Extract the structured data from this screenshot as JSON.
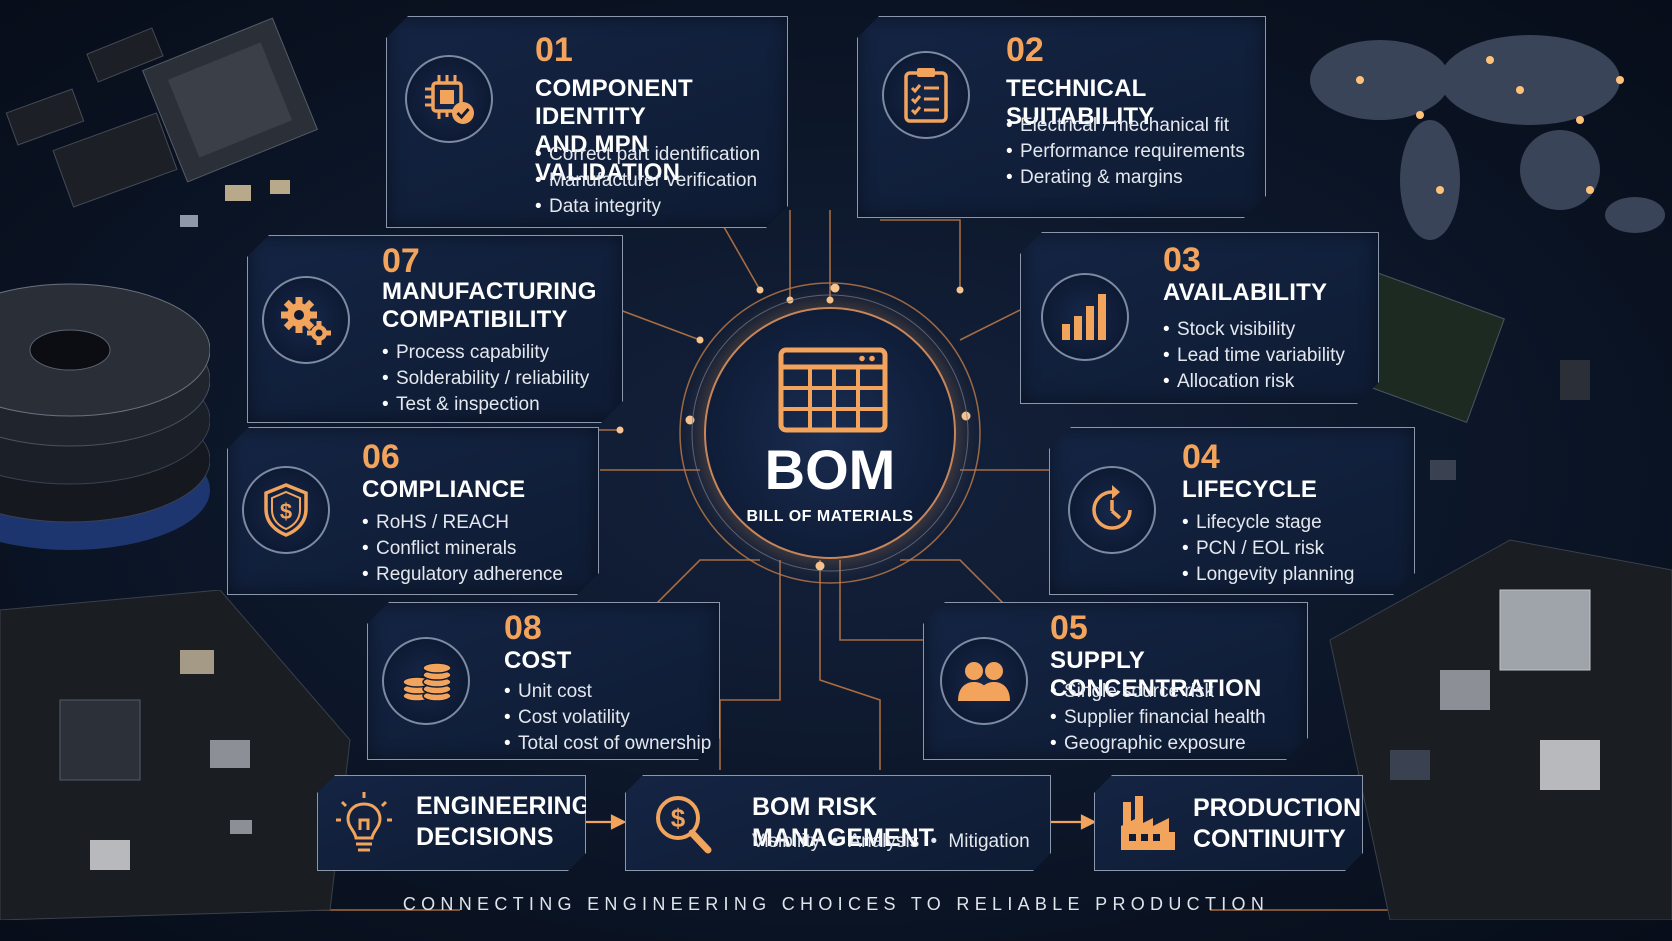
{
  "center": {
    "title": "BOM",
    "subtitle": "BILL OF MATERIALS"
  },
  "cards": [
    {
      "num": "01",
      "title_lines": [
        "COMPONENT IDENTITY",
        "AND MPN VALIDATION"
      ],
      "items": [
        "Correct part identification",
        "Manufacturer verification",
        "Data integrity"
      ],
      "icon": "chip-check-icon"
    },
    {
      "num": "02",
      "title_lines": [
        "TECHNICAL SUITABILITY"
      ],
      "items": [
        "Electrical / mechanical fit",
        "Performance requirements",
        "Derating & margins"
      ],
      "icon": "clipboard-checklist-icon"
    },
    {
      "num": "03",
      "title_lines": [
        "AVAILABILITY"
      ],
      "items": [
        "Stock visibility",
        "Lead time variability",
        "Allocation risk"
      ],
      "icon": "bar-chart-icon"
    },
    {
      "num": "04",
      "title_lines": [
        "LIFECYCLE"
      ],
      "items": [
        "Lifecycle stage",
        "PCN / EOL risk",
        "Longevity planning"
      ],
      "icon": "clock-cycle-icon"
    },
    {
      "num": "05",
      "title_lines": [
        "SUPPLY CONCENTRATION"
      ],
      "items": [
        "Single source risk",
        "Supplier financial health",
        "Geographic exposure"
      ],
      "icon": "people-icon"
    },
    {
      "num": "06",
      "title_lines": [
        "COMPLIANCE"
      ],
      "items": [
        "RoHS / REACH",
        "Conflict minerals",
        "Regulatory adherence"
      ],
      "icon": "shield-dollar-icon"
    },
    {
      "num": "07",
      "title_lines": [
        "MANUFACTURING",
        "COMPATIBILITY"
      ],
      "items": [
        "Process capability",
        "Solderability / reliability",
        "Test & inspection"
      ],
      "icon": "gears-icon"
    },
    {
      "num": "08",
      "title_lines": [
        "COST"
      ],
      "items": [
        "Unit cost",
        "Cost volatility",
        "Total cost of ownership"
      ],
      "icon": "coins-icon"
    }
  ],
  "flow": {
    "engineering": {
      "lines": [
        "ENGINEERING",
        "DECISIONS"
      ],
      "icon": "lightbulb-icon"
    },
    "risk": {
      "title": "BOM RISK MANAGEMENT",
      "sub": [
        "Visibility",
        "Analysis",
        "Mitigation"
      ],
      "separator": "•",
      "icon": "dollar-magnifier-icon"
    },
    "production": {
      "lines": [
        "PRODUCTION",
        "CONTINUITY"
      ],
      "icon": "factory-icon"
    }
  },
  "footer": "CONNECTING ENGINEERING CHOICES TO RELIABLE PRODUCTION",
  "colors": {
    "accent": "#f2a35c",
    "background": "#0c1628",
    "border": "#8a97ad",
    "text": "#ffffff"
  }
}
